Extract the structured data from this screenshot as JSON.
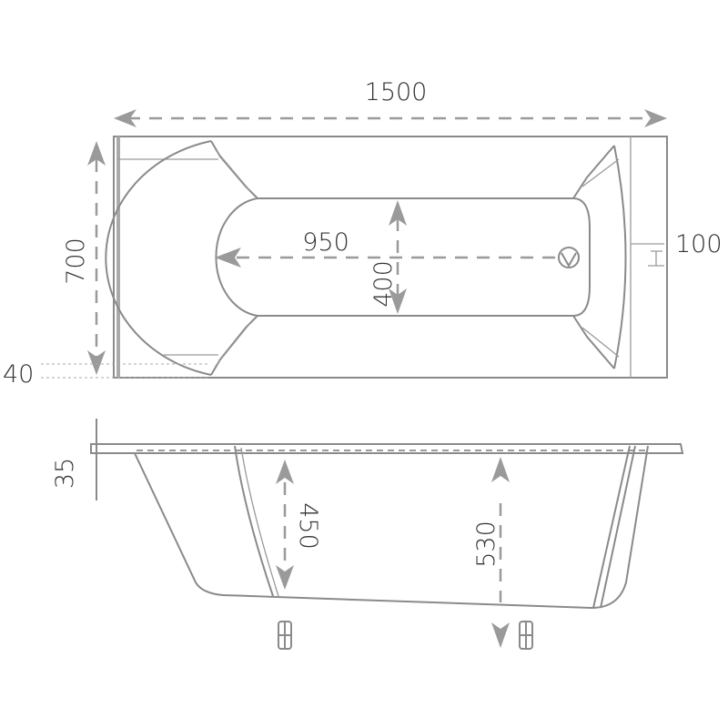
{
  "dimensions": {
    "length": "1500",
    "width": "700",
    "inner_length": "950",
    "inner_width": "400",
    "overflow_offset": "100",
    "rim_offset": "40",
    "rim_thickness": "35",
    "inner_depth": "450",
    "total_height": "530"
  },
  "colors": {
    "line": "#8a8a8a",
    "text": "#333333"
  }
}
